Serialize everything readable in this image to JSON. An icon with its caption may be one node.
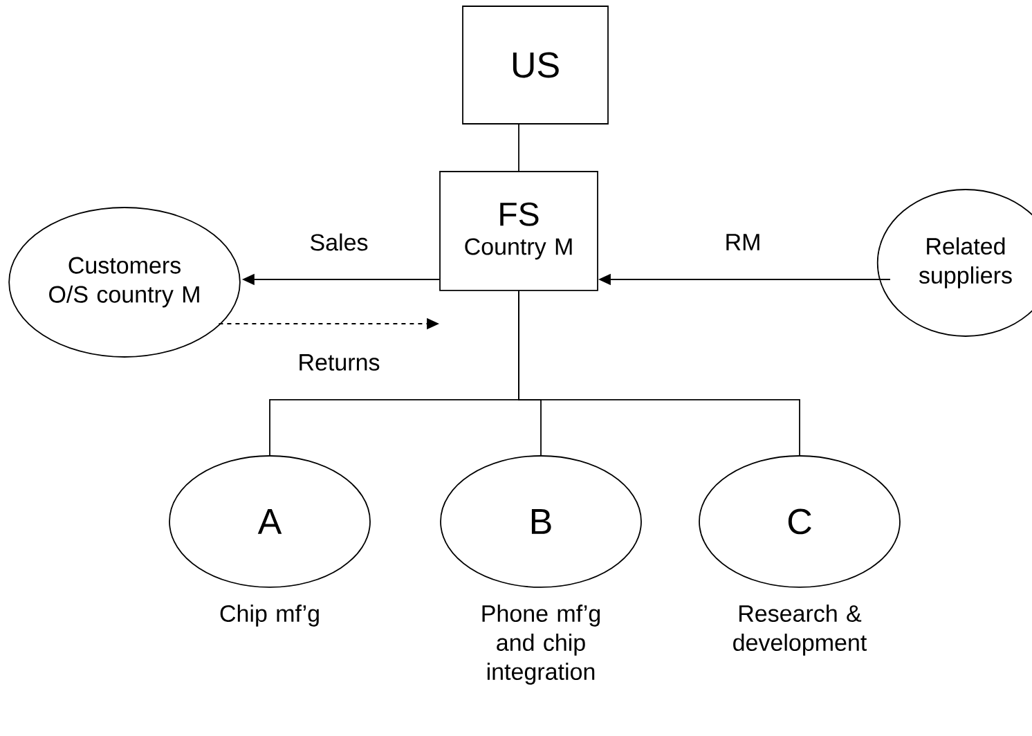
{
  "diagram": {
    "nodes": [
      {
        "text": [
          "US"
        ]
      },
      {
        "text": [
          "FS",
          "Country M"
        ]
      },
      {
        "text": [
          "Customers O/S country M"
        ]
      },
      {
        "text": [
          "Related suppliers"
        ]
      },
      {
        "text": [
          "A"
        ],
        "beside": [
          "Chip mf’g"
        ]
      },
      {
        "text": [
          "B"
        ],
        "beside": [
          "Phone mf’g and chip integration"
        ]
      },
      {
        "text": [
          "C"
        ],
        "beside": [
          "Research & development"
        ]
      }
    ],
    "edges": [
      {
        "from": 0,
        "to": 1,
        "arrow": "none"
      },
      {
        "from": 1,
        "to": 2,
        "arrow": "to",
        "label": "Sales"
      },
      {
        "from": 2,
        "to": 1,
        "arrow": "to",
        "label": "Returns",
        "style": "dashed"
      },
      {
        "from": 3,
        "to": 1,
        "arrow": "to",
        "label": "RM"
      },
      {
        "from": 1,
        "to": 4,
        "arrow": "none"
      },
      {
        "from": 1,
        "to": 5,
        "arrow": "none"
      },
      {
        "from": 1,
        "to": 6,
        "arrow": "none"
      }
    ]
  }
}
